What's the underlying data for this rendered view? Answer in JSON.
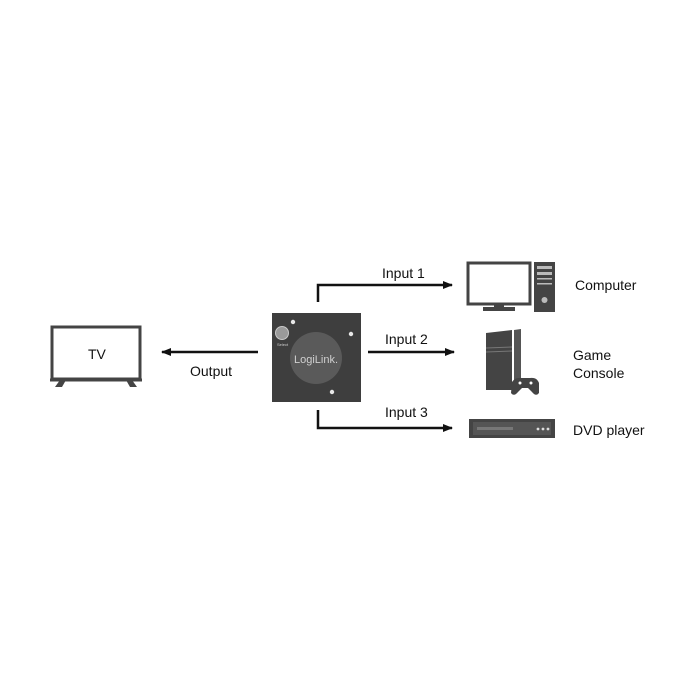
{
  "diagram": {
    "switch": {
      "brand": "LogiLink.",
      "button_label": "Select"
    },
    "tv": {
      "label": "TV"
    },
    "output": {
      "label": "Output"
    },
    "inputs": [
      {
        "label": "Input 1",
        "device": "Computer"
      },
      {
        "label": "Input 2",
        "device_lines": [
          "Game",
          "Console"
        ]
      },
      {
        "label": "Input 3",
        "device": "DVD player"
      }
    ]
  },
  "colors": {
    "device": "#444444",
    "device_dark": "#333333",
    "switch_body": "#3e3e3e",
    "switch_circle": "#5a5a5a",
    "line": "#111111"
  }
}
